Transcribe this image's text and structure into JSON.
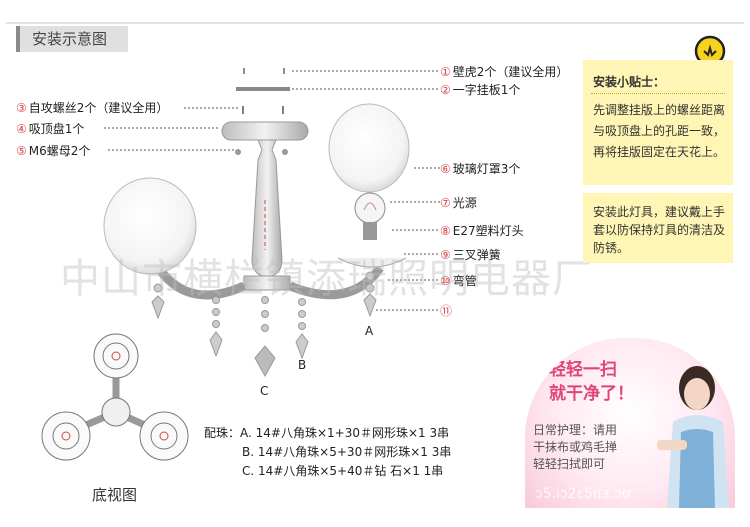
{
  "header": {
    "title": "安装示意图"
  },
  "labels_right": [
    {
      "num": "①",
      "text": "壁虎2个（建议全用）"
    },
    {
      "num": "②",
      "text": "一字挂板1个"
    },
    {
      "num": "⑥",
      "text": "玻璃灯罩3个"
    },
    {
      "num": "⑦",
      "text": "光源"
    },
    {
      "num": "⑧",
      "text": "E27塑料灯头"
    },
    {
      "num": "⑨",
      "text": "三叉弹簧"
    },
    {
      "num": "⑩",
      "text": "弯管"
    },
    {
      "num": "⑪",
      "text": ""
    }
  ],
  "labels_left": [
    {
      "num": "③",
      "text": "自攻螺丝2个（建议全用）"
    },
    {
      "num": "④",
      "text": "吸顶盘1个"
    },
    {
      "num": "⑤",
      "text": "M6螺母2个"
    }
  ],
  "pendant_letters": {
    "a": "A",
    "b": "B",
    "c": "C"
  },
  "tips": {
    "title": "安装小贴士：",
    "body": "先调整挂版上的螺丝距离与吸顶盘上的孔距一致，再将挂版固定在天花上。",
    "body2": "安装此灯具，建议戴上手套以防保持灯具的清洁及防锈。"
  },
  "watermark": "中山市横栏镇添瑞照明电器厂",
  "beads": {
    "line1": "配珠：A. 14#八角珠×1+30＃网形珠×1  3串",
    "line2": "B. 14#八角珠×5+30＃网形珠×1  3串",
    "line3": "C. 14#八角珠×5+40＃钻   石×1  1串"
  },
  "bottom_caption": "底视图",
  "promo": {
    "headline1": "轻轻一扫",
    "headline2": "就干净了！",
    "body1": "日常护理：请用",
    "body2": "干抹布或鸡毛掸",
    "body3": "轻轻扫拭即可",
    "footer": "ɔ5.ıɔ2ɛ5ıɪɜ.ɔɑ"
  },
  "colors": {
    "accent_red": "#d64545",
    "tips_bg": "#fff5b5",
    "promo_pink": "#e0457a"
  }
}
